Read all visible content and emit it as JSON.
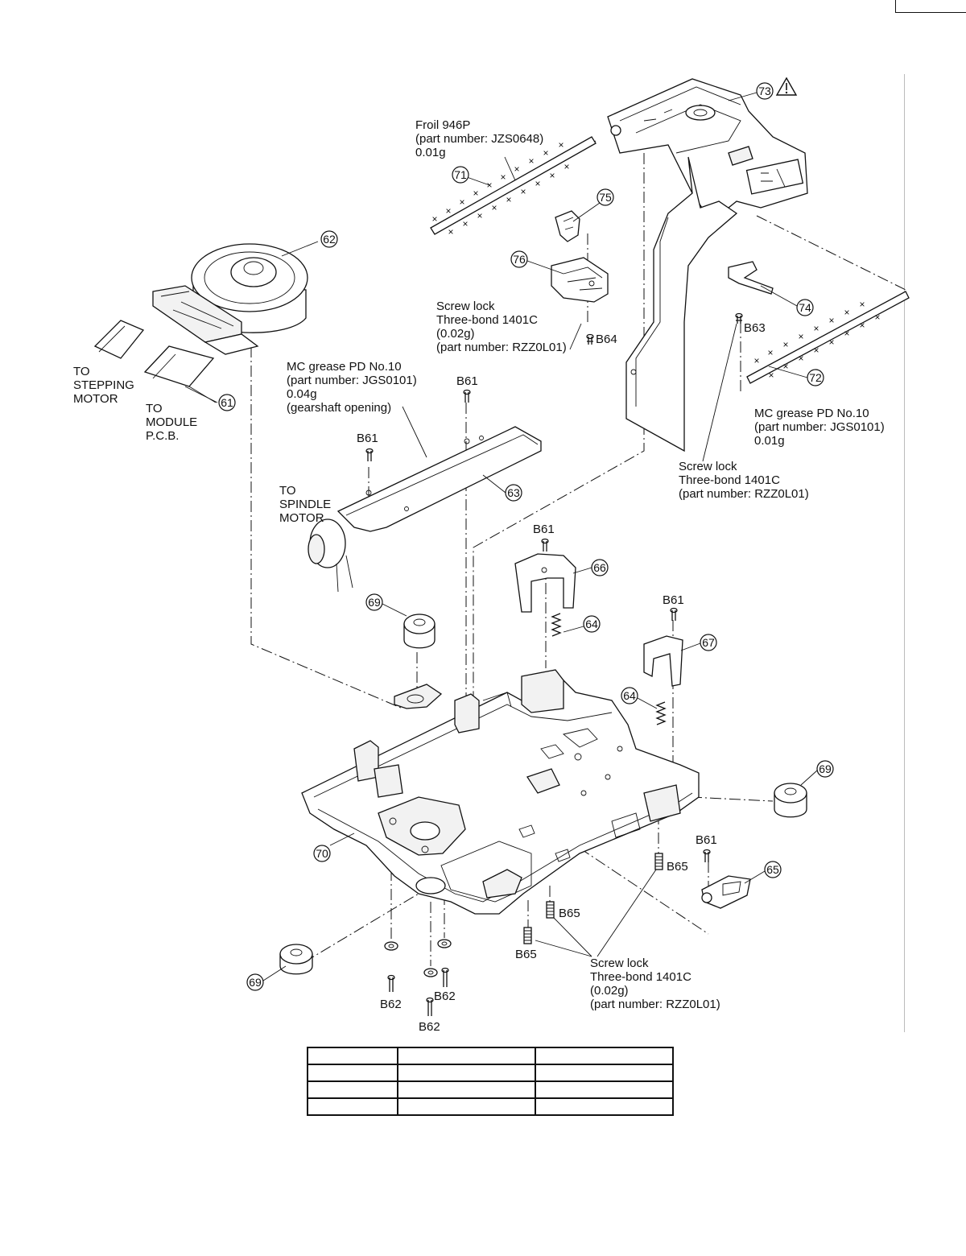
{
  "callouts": [
    {
      "id": "73",
      "label": "73"
    },
    {
      "id": "71",
      "label": "71"
    },
    {
      "id": "75",
      "label": "75"
    },
    {
      "id": "76",
      "label": "76"
    },
    {
      "id": "62",
      "label": "62"
    },
    {
      "id": "74",
      "label": "74"
    },
    {
      "id": "72",
      "label": "72"
    },
    {
      "id": "61",
      "label": "61"
    },
    {
      "id": "63",
      "label": "63"
    },
    {
      "id": "66",
      "label": "66"
    },
    {
      "id": "69a",
      "label": "69"
    },
    {
      "id": "64a",
      "label": "64"
    },
    {
      "id": "67",
      "label": "67"
    },
    {
      "id": "64b",
      "label": "64"
    },
    {
      "id": "69b",
      "label": "69"
    },
    {
      "id": "70",
      "label": "70"
    },
    {
      "id": "65",
      "label": "65"
    },
    {
      "id": "69c",
      "label": "69"
    }
  ],
  "screw_labels": {
    "b64": "B64",
    "b63": "B63",
    "b61_top": "B61",
    "b61_left": "B61",
    "b61_mid": "B61",
    "b61_right": "B61",
    "b61_low": "B61",
    "b65_right": "B65",
    "b65_mid": "B65",
    "b65_low": "B65",
    "b62_left": "B62",
    "b62_mid": "B62",
    "b62_low": "B62"
  },
  "notes": {
    "froil": [
      "Froil 946P",
      "(part number: JZS0648)",
      "0.01g"
    ],
    "screw_lock_76": [
      "Screw lock",
      "Three-bond 1401C",
      "(0.02g)",
      "(part number: RZZ0L01)"
    ],
    "to_stepping": [
      "TO",
      "STEPPING",
      "MOTOR"
    ],
    "to_module": [
      "TO",
      "MODULE",
      "P.C.B."
    ],
    "mc_grease_63": [
      "MC grease PD No.10",
      "(part number: JGS0101)",
      "0.04g",
      "(gearshaft opening)"
    ],
    "to_spindle": [
      "TO",
      "SPINDLE",
      "MOTOR"
    ],
    "mc_grease_72": [
      "MC grease PD No.10",
      "(part number: JGS0101)",
      "0.01g"
    ],
    "screw_lock_b63": [
      "Screw lock",
      "Three-bond 1401C",
      "(part number: RZZ0L01)"
    ],
    "screw_lock_b65": [
      "Screw lock",
      "Three-bond 1401C",
      "(0.02g)",
      "(part number: RZZ0L01)"
    ]
  },
  "icons": {
    "warning": "warning-triangle-icon"
  },
  "footer_table": {
    "rows": 4,
    "columns": 3
  }
}
